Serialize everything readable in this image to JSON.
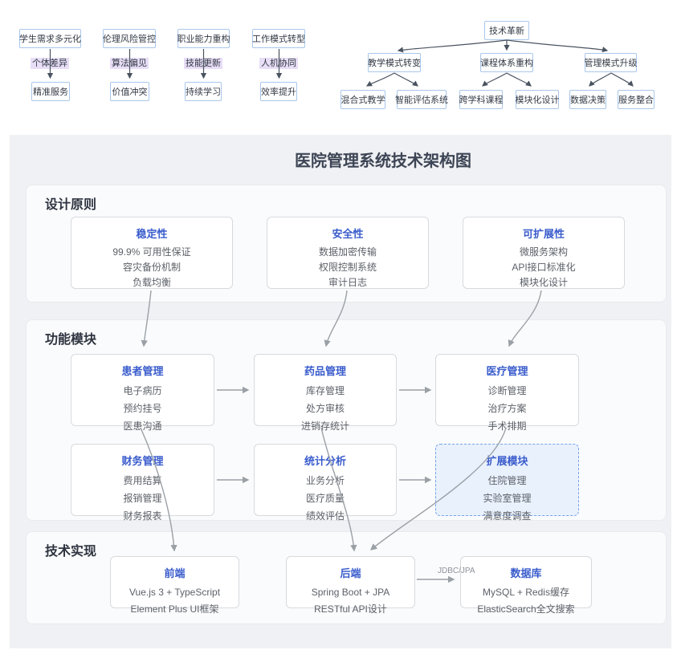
{
  "top_flows": [
    {
      "top": "学生需求多元化",
      "label": "个体差异",
      "result": "精准服务"
    },
    {
      "top": "伦理风险管控",
      "label": "算法偏见",
      "result": "价值冲突"
    },
    {
      "top": "职业能力重构",
      "label": "技能更新",
      "result": "持续学习"
    },
    {
      "top": "工作模式转型",
      "label": "人机协同",
      "result": "效率提升"
    }
  ],
  "tree": {
    "root": "技术革新",
    "branches": [
      {
        "label": "教学模式转变",
        "children": [
          "混合式教学",
          "智能评估系统"
        ]
      },
      {
        "label": "课程体系重构",
        "children": [
          "跨学科课程",
          "模块化设计"
        ]
      },
      {
        "label": "管理模式升级",
        "children": [
          "数据决策",
          "服务整合"
        ]
      }
    ]
  },
  "arch": {
    "title": "医院管理系统技术架构图",
    "principles": {
      "heading": "设计原则",
      "cards": [
        {
          "title": "稳定性",
          "items": [
            "99.9% 可用性保证",
            "容灾备份机制",
            "负载均衡"
          ]
        },
        {
          "title": "安全性",
          "items": [
            "数据加密传输",
            "权限控制系统",
            "审计日志"
          ]
        },
        {
          "title": "可扩展性",
          "items": [
            "微服务架构",
            "API接口标准化",
            "模块化设计"
          ]
        }
      ]
    },
    "modules": {
      "heading": "功能模块",
      "cards": [
        {
          "title": "患者管理",
          "items": [
            "电子病历",
            "预约挂号",
            "医患沟通"
          ]
        },
        {
          "title": "药品管理",
          "items": [
            "库存管理",
            "处方审核",
            "进销存统计"
          ]
        },
        {
          "title": "医疗管理",
          "items": [
            "诊断管理",
            "治疗方案",
            "手术排期"
          ]
        },
        {
          "title": "财务管理",
          "items": [
            "费用结算",
            "报销管理",
            "财务报表"
          ]
        },
        {
          "title": "统计分析",
          "items": [
            "业务分析",
            "医疗质量",
            "绩效评估"
          ]
        },
        {
          "title": "扩展模块",
          "items": [
            "住院管理",
            "实验室管理",
            "满意度调查"
          ]
        }
      ]
    },
    "tech": {
      "heading": "技术实现",
      "cards": [
        {
          "title": "前端",
          "items": [
            "Vue.js 3 + TypeScript",
            "Element Plus UI框架"
          ]
        },
        {
          "title": "后端",
          "items": [
            "Spring Boot + JPA",
            "RESTful API设计"
          ]
        },
        {
          "title": "数据库",
          "items": [
            "MySQL + Redis缓存",
            "ElasticSearch全文搜索"
          ]
        }
      ],
      "db_edge_label": "JDBC/JPA"
    }
  },
  "colors": {
    "accent_blue": "#3a5ccc",
    "node_border_blue": "#a9c7ec",
    "edge_label_bg": "#e8def6",
    "panel_bg": "#f0f1f4",
    "extension_bg": "#e9f1fd",
    "extension_border": "#76a3ef",
    "gray_arrow": "#9aa0a6",
    "dark_arrow": "#4a5360"
  }
}
